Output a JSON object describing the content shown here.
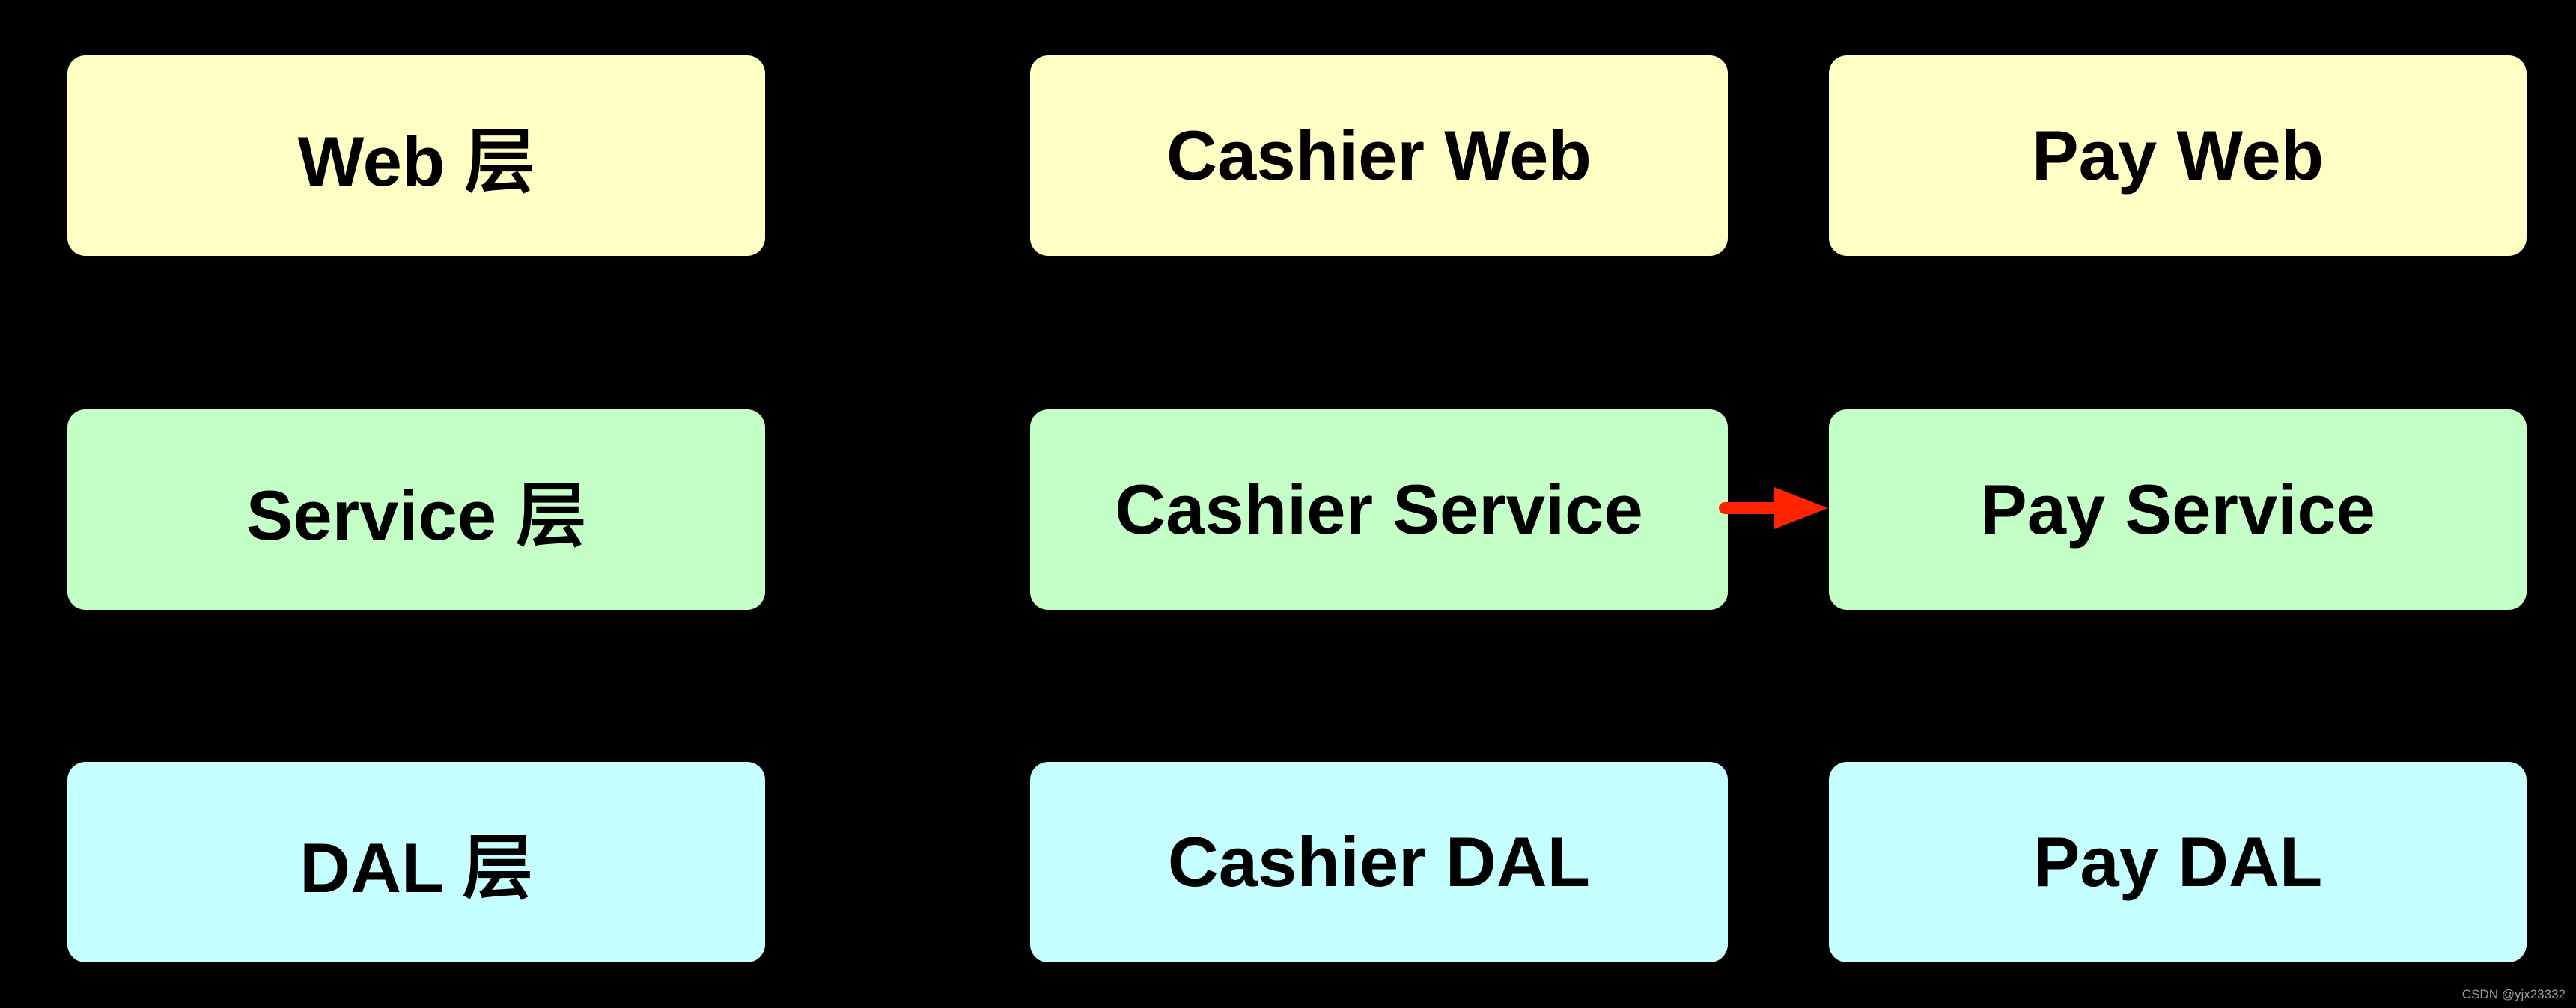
{
  "canvas": {
    "background": "#000000"
  },
  "layers": {
    "web_color": "#FFFFC5",
    "service_color": "#C5FFC8",
    "dal_color": "#C5FFFF"
  },
  "boxes": [
    {
      "id": "web-layer",
      "label": "Web 层",
      "color": "#FFFFC5"
    },
    {
      "id": "cashier-web",
      "label": "Cashier Web",
      "color": "#FFFFC5"
    },
    {
      "id": "pay-web",
      "label": "Pay Web",
      "color": "#FFFFC5"
    },
    {
      "id": "service-layer",
      "label": "Service 层",
      "color": "#C5FFC8"
    },
    {
      "id": "cashier-service",
      "label": "Cashier Service",
      "color": "#C5FFC8"
    },
    {
      "id": "pay-service",
      "label": "Pay Service",
      "color": "#C5FFC8"
    },
    {
      "id": "dal-layer",
      "label": "DAL 层",
      "color": "#C5FFFF"
    },
    {
      "id": "cashier-dal",
      "label": "Cashier DAL",
      "color": "#C5FFFF"
    },
    {
      "id": "pay-dal",
      "label": "Pay DAL",
      "color": "#C5FFFF"
    }
  ],
  "arrow": {
    "from": "cashier-service",
    "to": "pay-service",
    "direction": "right",
    "color": "#FF2400"
  },
  "watermark": {
    "text": "CSDN @yjx23332",
    "color": "#9A9A9A"
  }
}
